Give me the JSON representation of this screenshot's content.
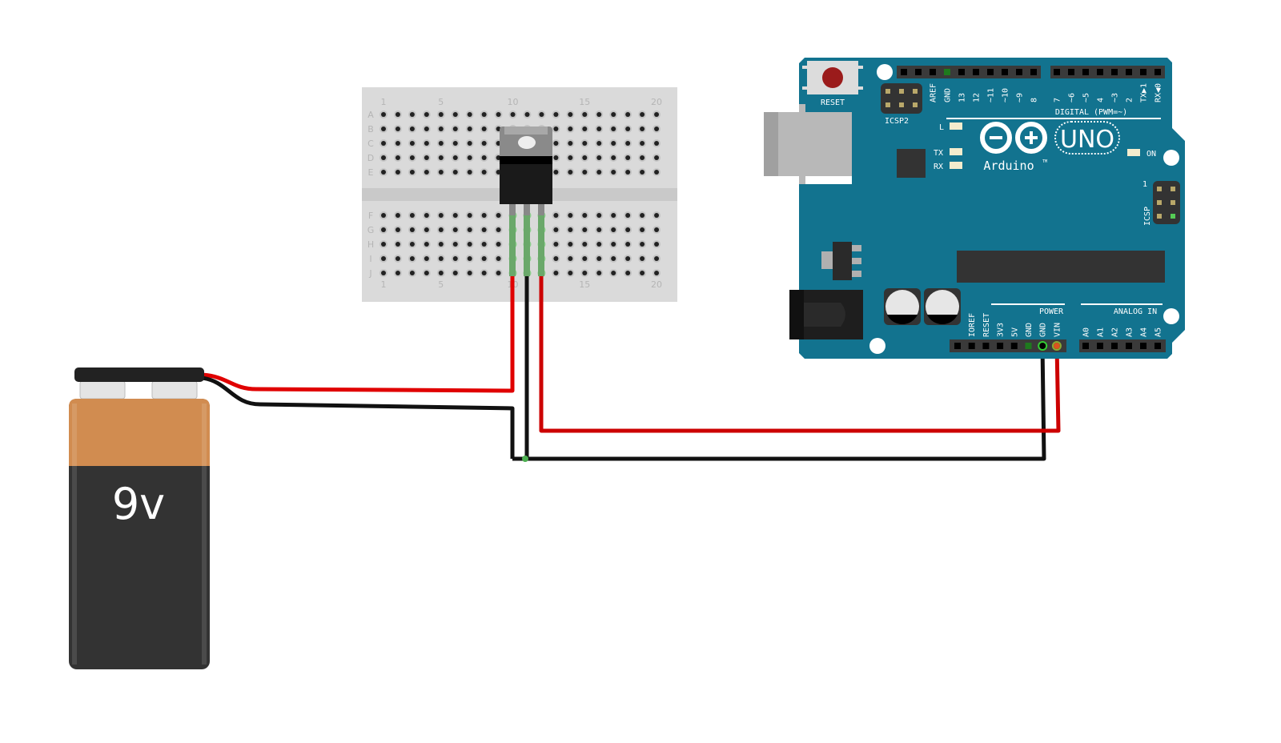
{
  "colors": {
    "arduino_board": "#12738f",
    "breadboard": "#dadada",
    "wire_red": "#e00000",
    "wire_black": "#111111",
    "battery_copper": "#d18c50",
    "battery_black": "#333333",
    "highlight_green": "#4caf50"
  },
  "breadboard": {
    "column_labels": [
      "1",
      "5",
      "10",
      "15",
      "20"
    ],
    "top_rows": [
      "A",
      "B",
      "C",
      "D",
      "E"
    ],
    "bottom_rows": [
      "F",
      "G",
      "H",
      "I",
      "J"
    ],
    "columns": 20
  },
  "battery": {
    "label": "9v"
  },
  "arduino": {
    "reset_label": "RESET",
    "icsp2_label": "ICSP2",
    "icsp_label": "ICSP",
    "icsp_pin1": "1",
    "digital_header_1": [
      "",
      "",
      "AREF",
      "GND",
      "13",
      "12",
      "~11",
      "~10",
      "~9",
      "8"
    ],
    "digital_header_2": [
      "7",
      "~6",
      "~5",
      "4",
      "~3",
      "2",
      "TX▶1",
      "RX◀0"
    ],
    "digital_label": "DIGITAL (PWM=~)",
    "led_l": "L",
    "led_tx": "TX",
    "led_rx": "RX",
    "led_on": "ON",
    "brand": "Arduino",
    "trademark": "TM",
    "model": "UNO",
    "power_label": "POWER",
    "power_pins": [
      "",
      "IOREF",
      "RESET",
      "3V3",
      "5V",
      "GND",
      "GND",
      "VIN"
    ],
    "analog_label": "ANALOG IN",
    "analog_pins": [
      "A0",
      "A1",
      "A2",
      "A3",
      "A4",
      "A5"
    ]
  }
}
